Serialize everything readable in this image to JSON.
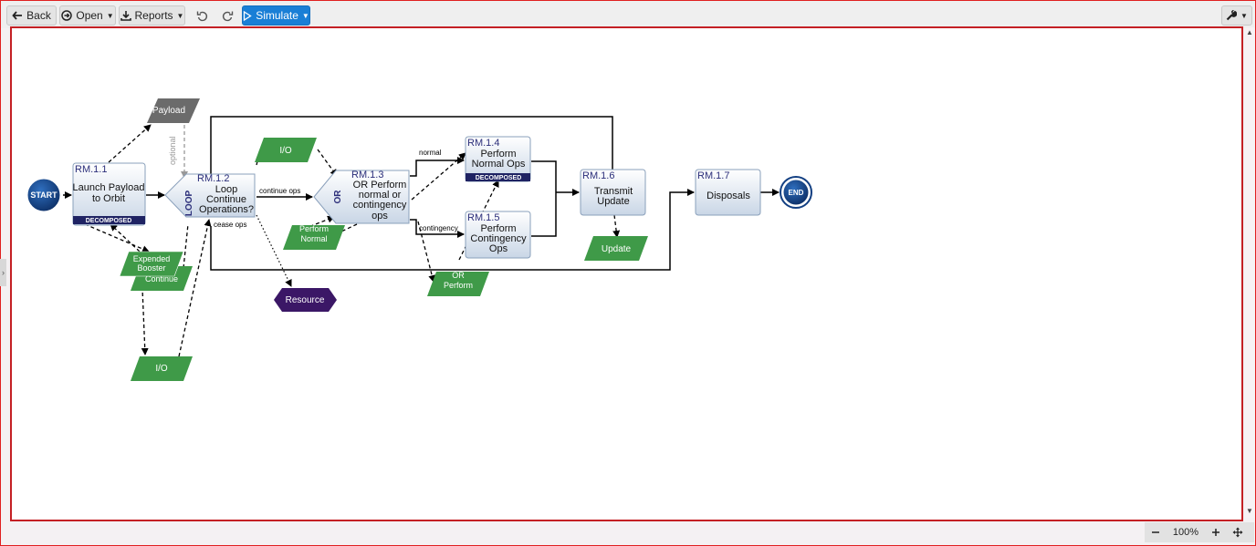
{
  "toolbar": {
    "back_label": "Back",
    "open_label": "Open",
    "reports_label": "Reports",
    "simulate_label": "Simulate"
  },
  "zoom": {
    "level": "100%"
  },
  "diagram": {
    "start_label": "START",
    "end_label": "END",
    "nodes": {
      "rm11": {
        "id": "RM.1.1",
        "lines": [
          "Launch Payload",
          "to Orbit"
        ],
        "badge": "DECOMPOSED"
      },
      "rm12": {
        "id": "RM.1.2",
        "lines": [
          "Loop",
          "Continue",
          "Operations?"
        ],
        "gate": "LOOP"
      },
      "rm13": {
        "id": "RM.1.3",
        "lines": [
          "OR Perform",
          "normal or",
          "contingency",
          "ops"
        ],
        "gate": "OR"
      },
      "rm14": {
        "id": "RM.1.4",
        "lines": [
          "Perform",
          "Normal Ops"
        ],
        "badge": "DECOMPOSED"
      },
      "rm15": {
        "id": "RM.1.5",
        "lines": [
          "Perform",
          "Contingency",
          "Ops"
        ]
      },
      "rm16": {
        "id": "RM.1.6",
        "lines": [
          "Transmit",
          "Update"
        ]
      },
      "rm17": {
        "id": "RM.1.7",
        "lines": [
          "Disposals"
        ]
      }
    },
    "items": {
      "payload": "Payload",
      "io_top": "I/O",
      "expended_booster": [
        "Expended",
        "Booster"
      ],
      "continue": "Continue",
      "io_bottom": "I/O",
      "perform_normal": [
        "Perform",
        "Normal"
      ],
      "resource": "Resource",
      "or_perform": [
        "OR",
        "Perform"
      ],
      "update": "Update"
    },
    "edge_labels": {
      "optional": "optional",
      "continue_ops": "continue ops",
      "cease_ops": "cease ops",
      "normal": "normal",
      "contingency": "contingency"
    }
  },
  "colors": {
    "canvas_border": "#c42024",
    "simulate": "#1a7fd6",
    "start_end": "#123f82",
    "badge": "#1f2363",
    "item_green": "#3f9a48",
    "payload_gray": "#6b6b6b",
    "resource_purple": "#3b1766",
    "node_id": "#2b2e7a"
  }
}
